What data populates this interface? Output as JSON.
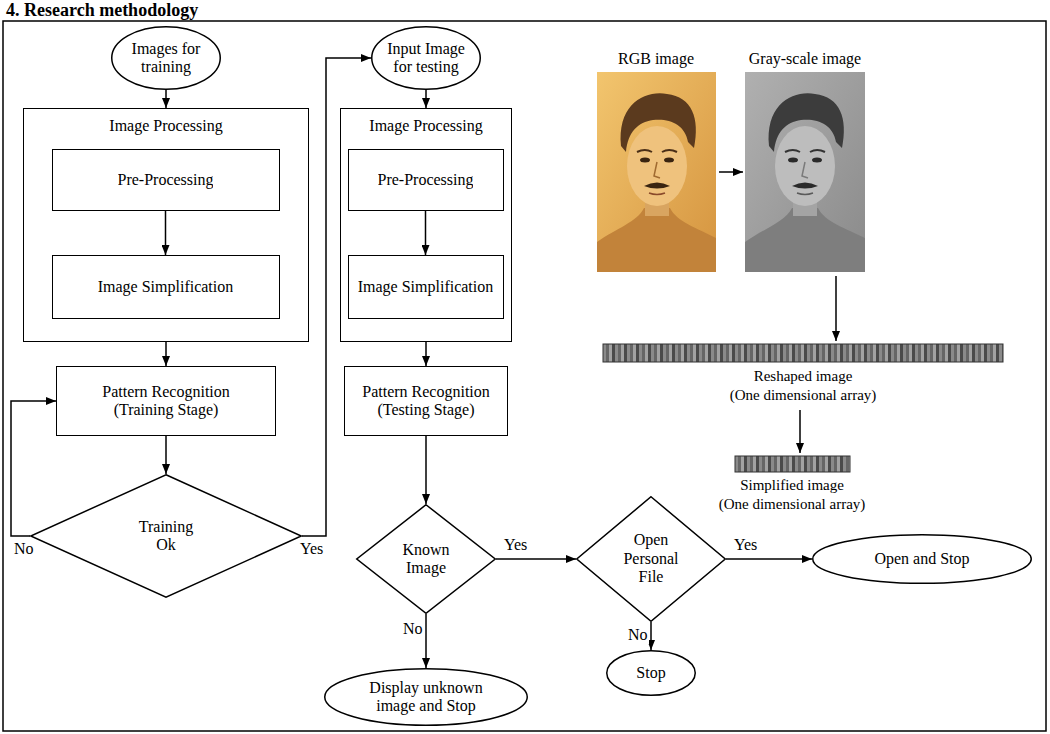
{
  "diagram": {
    "title": "4. Research methodology",
    "nodes": [
      {
        "text": [
          "Images for training"
        ]
      },
      {
        "text": [
          "Image Processing"
        ]
      },
      {
        "text": [
          "Pre-Processing"
        ],
        "in": 1
      },
      {
        "text": [
          "Image Simplification"
        ],
        "in": 1
      },
      {
        "text": [
          "Pattern Recognition (Training Stage)"
        ]
      },
      {
        "text": [
          "Training Ok"
        ]
      },
      {
        "text": [
          "Input Image for testing"
        ]
      },
      {
        "text": [
          "Image Processing"
        ]
      },
      {
        "text": [
          "Pre-Processing"
        ],
        "in": 7
      },
      {
        "text": [
          "Image Simplification"
        ],
        "in": 7
      },
      {
        "text": [
          "Pattern Recognition (Testing Stage)"
        ]
      },
      {
        "text": [
          "Known Image"
        ]
      },
      {
        "text": [
          "Open Personal File"
        ]
      },
      {
        "text": [
          "Open and Stop"
        ]
      },
      {
        "text": [
          "Display unknown image and Stop"
        ]
      },
      {
        "text": [
          "Stop"
        ]
      }
    ],
    "edges": [
      {
        "from": 0,
        "to": 1,
        "arrow": "to"
      },
      {
        "from": 2,
        "to": 3,
        "arrow": "to"
      },
      {
        "from": 1,
        "to": 4,
        "arrow": "to"
      },
      {
        "from": 4,
        "to": 5,
        "arrow": "to"
      },
      {
        "from": 5,
        "to": 4,
        "label": "No",
        "arrow": "to"
      },
      {
        "from": 5,
        "to": 6,
        "label": "Yes",
        "arrow": "to"
      },
      {
        "from": 6,
        "to": 7,
        "arrow": "to"
      },
      {
        "from": 8,
        "to": 9,
        "arrow": "to"
      },
      {
        "from": 7,
        "to": 10,
        "arrow": "to"
      },
      {
        "from": 10,
        "to": 11,
        "arrow": "to"
      },
      {
        "from": 11,
        "to": 12,
        "label": "Yes",
        "arrow": "to"
      },
      {
        "from": 11,
        "to": 14,
        "label": "No",
        "arrow": "to"
      },
      {
        "from": 12,
        "to": 13,
        "label": "Yes",
        "arrow": "to"
      },
      {
        "from": 12,
        "to": 15,
        "label": "No",
        "arrow": "to"
      }
    ],
    "labels": [
      "RGB image",
      "Gray-scale image",
      "Reshaped image",
      "(One dimensional array)",
      "Simplified image",
      "(One dimensional array)"
    ]
  }
}
